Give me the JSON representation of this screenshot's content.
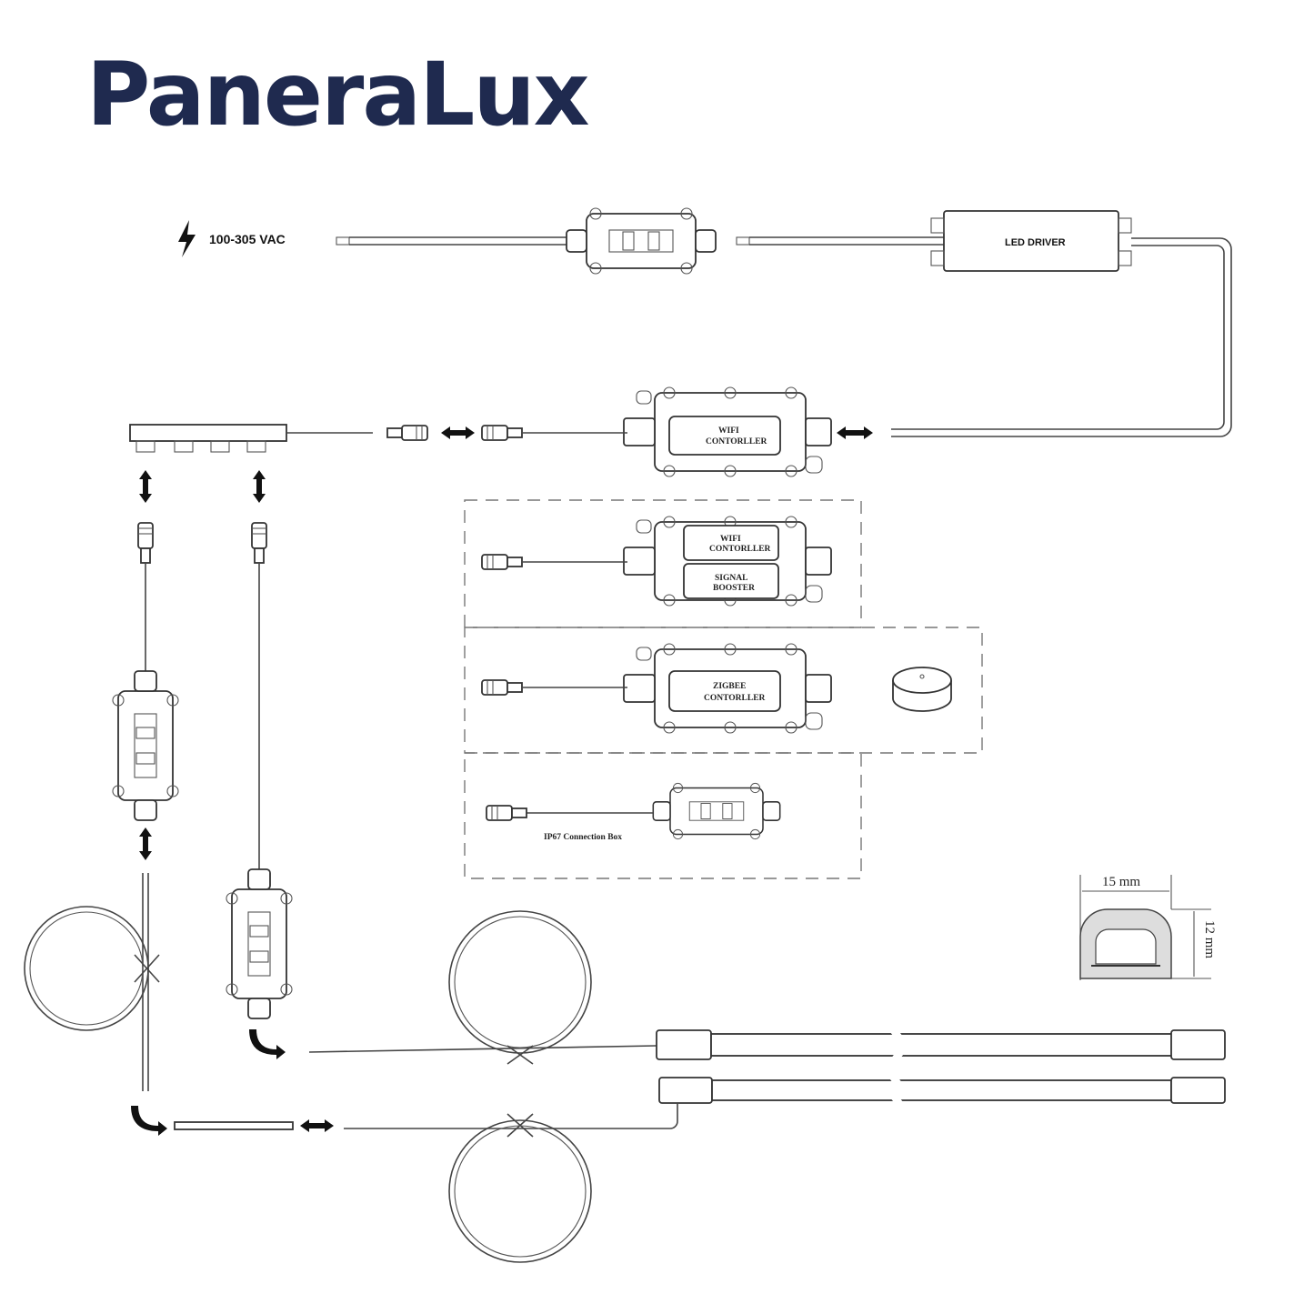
{
  "brand": {
    "logo_text": "PaneraLux"
  },
  "power": {
    "voltage_label": "100-305 VAC",
    "icon": "lightning-bolt-icon"
  },
  "driver": {
    "label": "LED DRIVER"
  },
  "controllers": {
    "main_wifi": [
      "WIFI",
      "CONTORLLER"
    ],
    "option_wifi": [
      "WIFI",
      "CONTORLLER"
    ],
    "option_booster": [
      "SIGNAL",
      "BOOSTER"
    ],
    "option_zigbee": [
      "ZIGBEE",
      "CONTORLLER"
    ],
    "option_box_label": "IP67 Connection Box"
  },
  "profile": {
    "width_label": "15 mm",
    "height_label": "12 mm"
  }
}
